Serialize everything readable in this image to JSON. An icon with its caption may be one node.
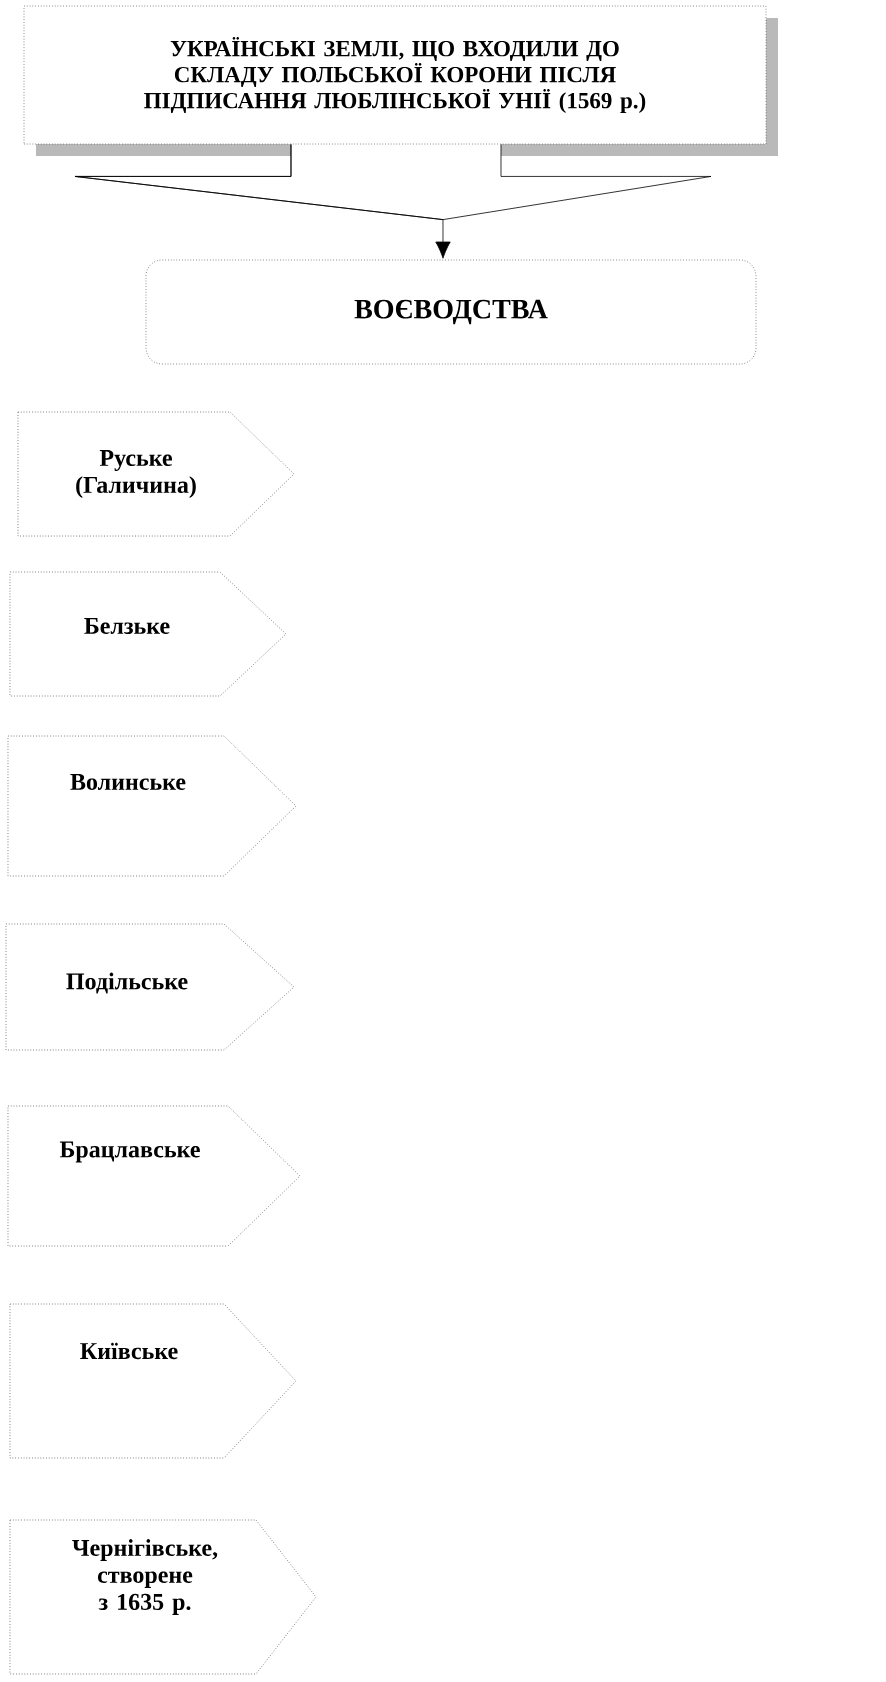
{
  "diagram": {
    "nodes": [
      {
        "text": [
          "УКРАЇНСЬКІ ЗЕМЛІ, ЩО ВХОДИЛИ ДО СКЛАДУ ПОЛЬСЬКОЇ КОРОНИ ПІСЛЯ ПІДПИСАННЯ ЛЮБЛІНСЬКОЇ УНІЇ (1569 р.)"
        ]
      },
      {
        "text": [
          "ВОЄВОДСТВА"
        ]
      },
      {
        "text": [
          "Руське (Галичина)"
        ]
      },
      {
        "text": [
          "Белзьке"
        ]
      },
      {
        "text": [
          "Волинське"
        ]
      },
      {
        "text": [
          "Подільське"
        ]
      },
      {
        "text": [
          "Брацлавське"
        ]
      },
      {
        "text": [
          "Київське"
        ]
      },
      {
        "text": [
          "Чернігівське, створене з 1635 р."
        ]
      }
    ],
    "edges": [
      {
        "from": 0,
        "to": 1,
        "arrow": "to"
      }
    ]
  }
}
